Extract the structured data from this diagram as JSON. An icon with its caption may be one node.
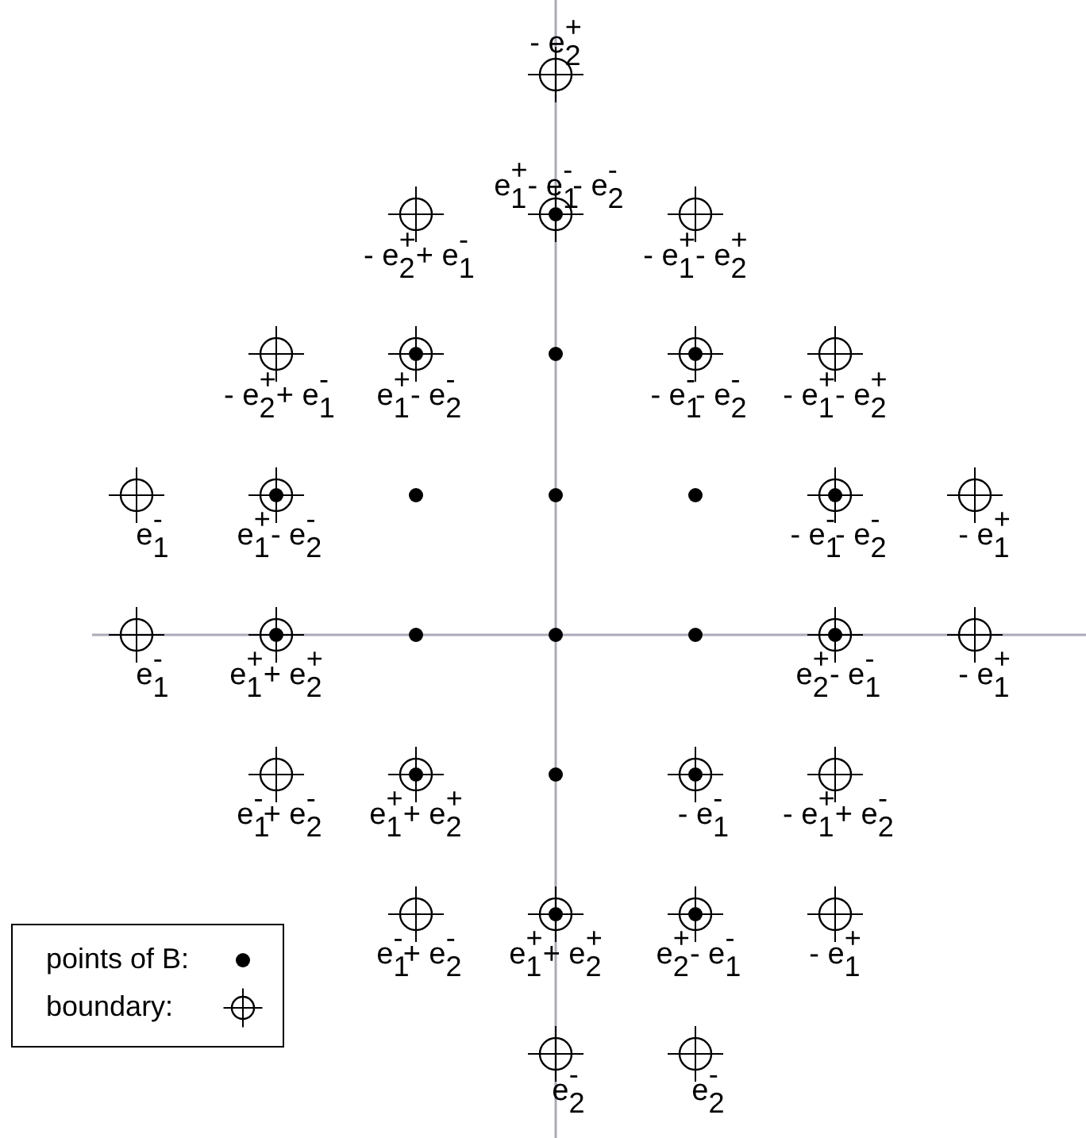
{
  "diagram": {
    "labels": [
      "- e$_{2}$$^{+}$",
      "e$_{1}$$^{+}$- e$_{1}$$^{-}$- e$_{2}$$^{-}$",
      "- e$_{2}$$^{+}$+ e$_{1}$$^{-}$",
      "- e$_{1}$$^{+}$- e$_{2}$$^{+}$",
      "- e$_{2}$$^{+}$+ e$_{1}$$^{-}$",
      "e$_{1}$$^{+}$- e$_{2}$$^{-}$",
      "- e$_{1}$$^{-}$- e$_{2}$$^{-}$",
      "- e$_{1}$$^{+}$- e$_{2}$$^{+}$",
      "e$_{1}$$^{-}$",
      "e$_{1}$$^{+}$- e$_{2}$$^{-}$",
      "- e$_{1}$$^{-}$- e$_{2}$$^{-}$",
      "- e$_{1}$$^{+}$",
      "e$_{1}$$^{-}$",
      "e$_{1}$$^{+}$+ e$_{2}$$^{+}$",
      "e$_{2}$$^{+}$- e$_{1}$$^{-}$",
      "- e$_{1}$$^{+}$",
      "e$_{1}$$^{-}$+ e$_{2}$$^{-}$",
      "e$_{1}$$^{+}$+ e$_{2}$$^{+}$",
      "- e$_{1}$$^{-}$",
      "- e$_{1}$$^{+}$+ e$_{2}$$^{-}$",
      "e$_{1}$$^{-}$+ e$_{2}$$^{-}$",
      "e$_{1}$$^{+}$+ e$_{2}$$^{+}$",
      "e$_{2}$$^{+}$- e$_{1}$$^{-}$",
      "- e$_{1}$$^{+}$",
      "e$_{2}$$^{-}$",
      "e$_{2}$$^{-}$"
    ],
    "legend": [
      {
        "text": "points of B:"
      },
      {
        "text": "boundary:"
      }
    ]
  }
}
